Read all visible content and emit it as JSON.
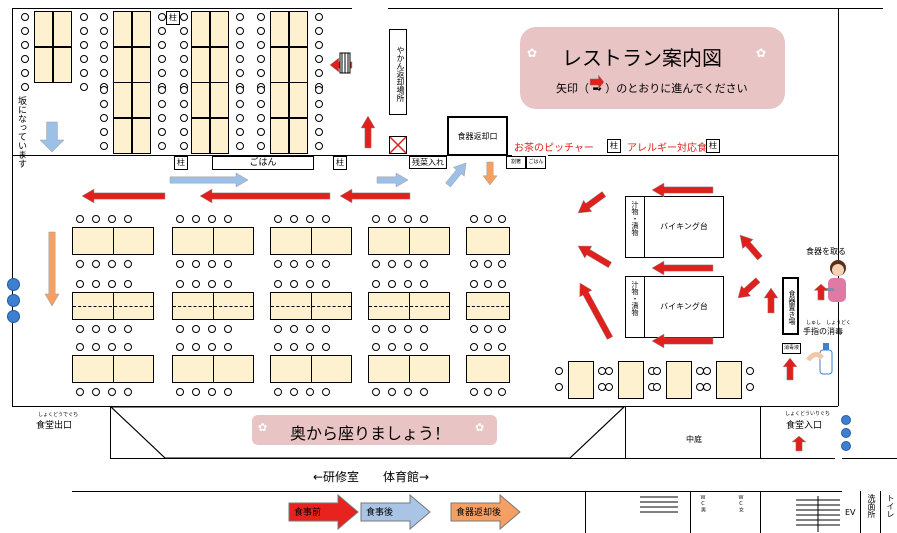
{
  "title": "レストラン案内図",
  "subtitle": "矢印（ ➡ ）のとおりに進んでください",
  "labels": {
    "pillar": "柱",
    "rice": "ごはん",
    "kettle_return": "やかん返却場所",
    "dish_return": "食器返却口",
    "tea_pitcher": "お茶のピッチャー",
    "allergy": "アレルギー対応食",
    "leftover": "残菜入れ",
    "chopsticks": "割箸",
    "rice_small": "ごはん",
    "slope": "坂になっています",
    "buffet": "バイキング台",
    "soup_side": "汁物・漬物",
    "take_dishes": "食器を取る",
    "dish_station": "食器置き場",
    "handwash": "手指の消毒",
    "handwash_ruby": "しゅし　しょうどく",
    "disinfect": "消毒液",
    "exit": "食堂出口",
    "exit_ruby": "しょくどうでぐち",
    "entrance": "食堂入口",
    "entrance_ruby": "しょくどういりぐち",
    "courtyard": "中庭",
    "sit_back": "奥から座りましょう！",
    "directions": "←研修室　　体育館→",
    "ev": "EV",
    "washroom": "洗面所",
    "toilet": "トイレ",
    "wc_m": "WC男",
    "wc_f": "WC女"
  },
  "legend": [
    {
      "label": "食事前",
      "color": "#e8231f"
    },
    {
      "label": "食事後",
      "color": "#a9c4e4"
    },
    {
      "label": "食器返却後",
      "color": "#f4a064"
    }
  ],
  "colors": {
    "table": "#fdf1cf",
    "banner": "#e9c4c4",
    "red": "#e0201c",
    "blue": "#9cc0e6",
    "orange": "#f4a064"
  }
}
